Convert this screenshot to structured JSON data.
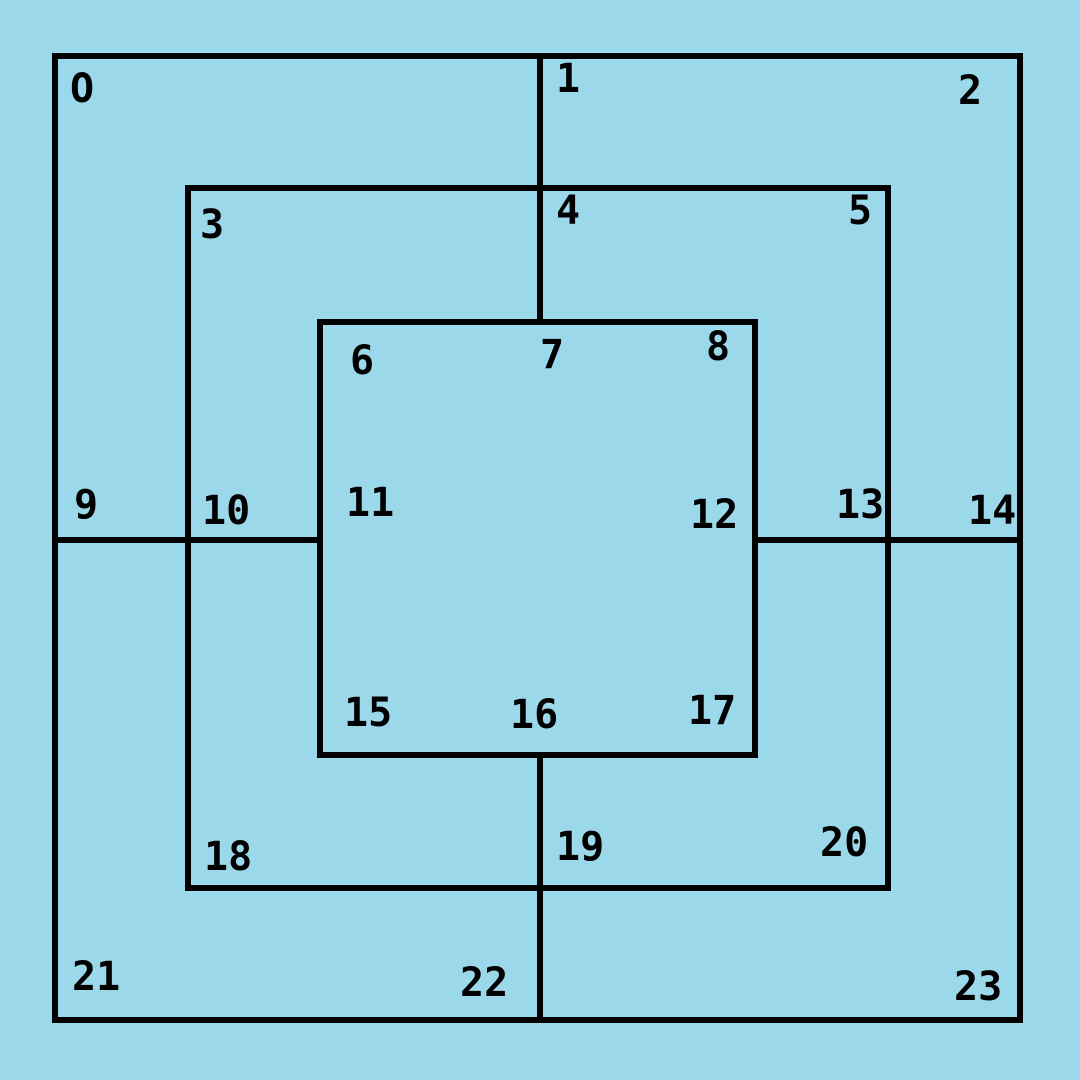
{
  "board": {
    "background_color": "#9bd9ea",
    "line_color": "#000000",
    "points": [
      {
        "id": 0,
        "label": "O"
      },
      {
        "id": 1,
        "label": "1"
      },
      {
        "id": 2,
        "label": "2"
      },
      {
        "id": 3,
        "label": "3"
      },
      {
        "id": 4,
        "label": "4"
      },
      {
        "id": 5,
        "label": "5"
      },
      {
        "id": 6,
        "label": "6"
      },
      {
        "id": 7,
        "label": "7"
      },
      {
        "id": 8,
        "label": "8"
      },
      {
        "id": 9,
        "label": "9"
      },
      {
        "id": 10,
        "label": "10"
      },
      {
        "id": 11,
        "label": "11"
      },
      {
        "id": 12,
        "label": "12"
      },
      {
        "id": 13,
        "label": "13"
      },
      {
        "id": 14,
        "label": "14"
      },
      {
        "id": 15,
        "label": "15"
      },
      {
        "id": 16,
        "label": "16"
      },
      {
        "id": 17,
        "label": "17"
      },
      {
        "id": 18,
        "label": "18"
      },
      {
        "id": 19,
        "label": "19"
      },
      {
        "id": 20,
        "label": "20"
      },
      {
        "id": 21,
        "label": "21"
      },
      {
        "id": 22,
        "label": "22"
      },
      {
        "id": 23,
        "label": "23"
      }
    ]
  }
}
